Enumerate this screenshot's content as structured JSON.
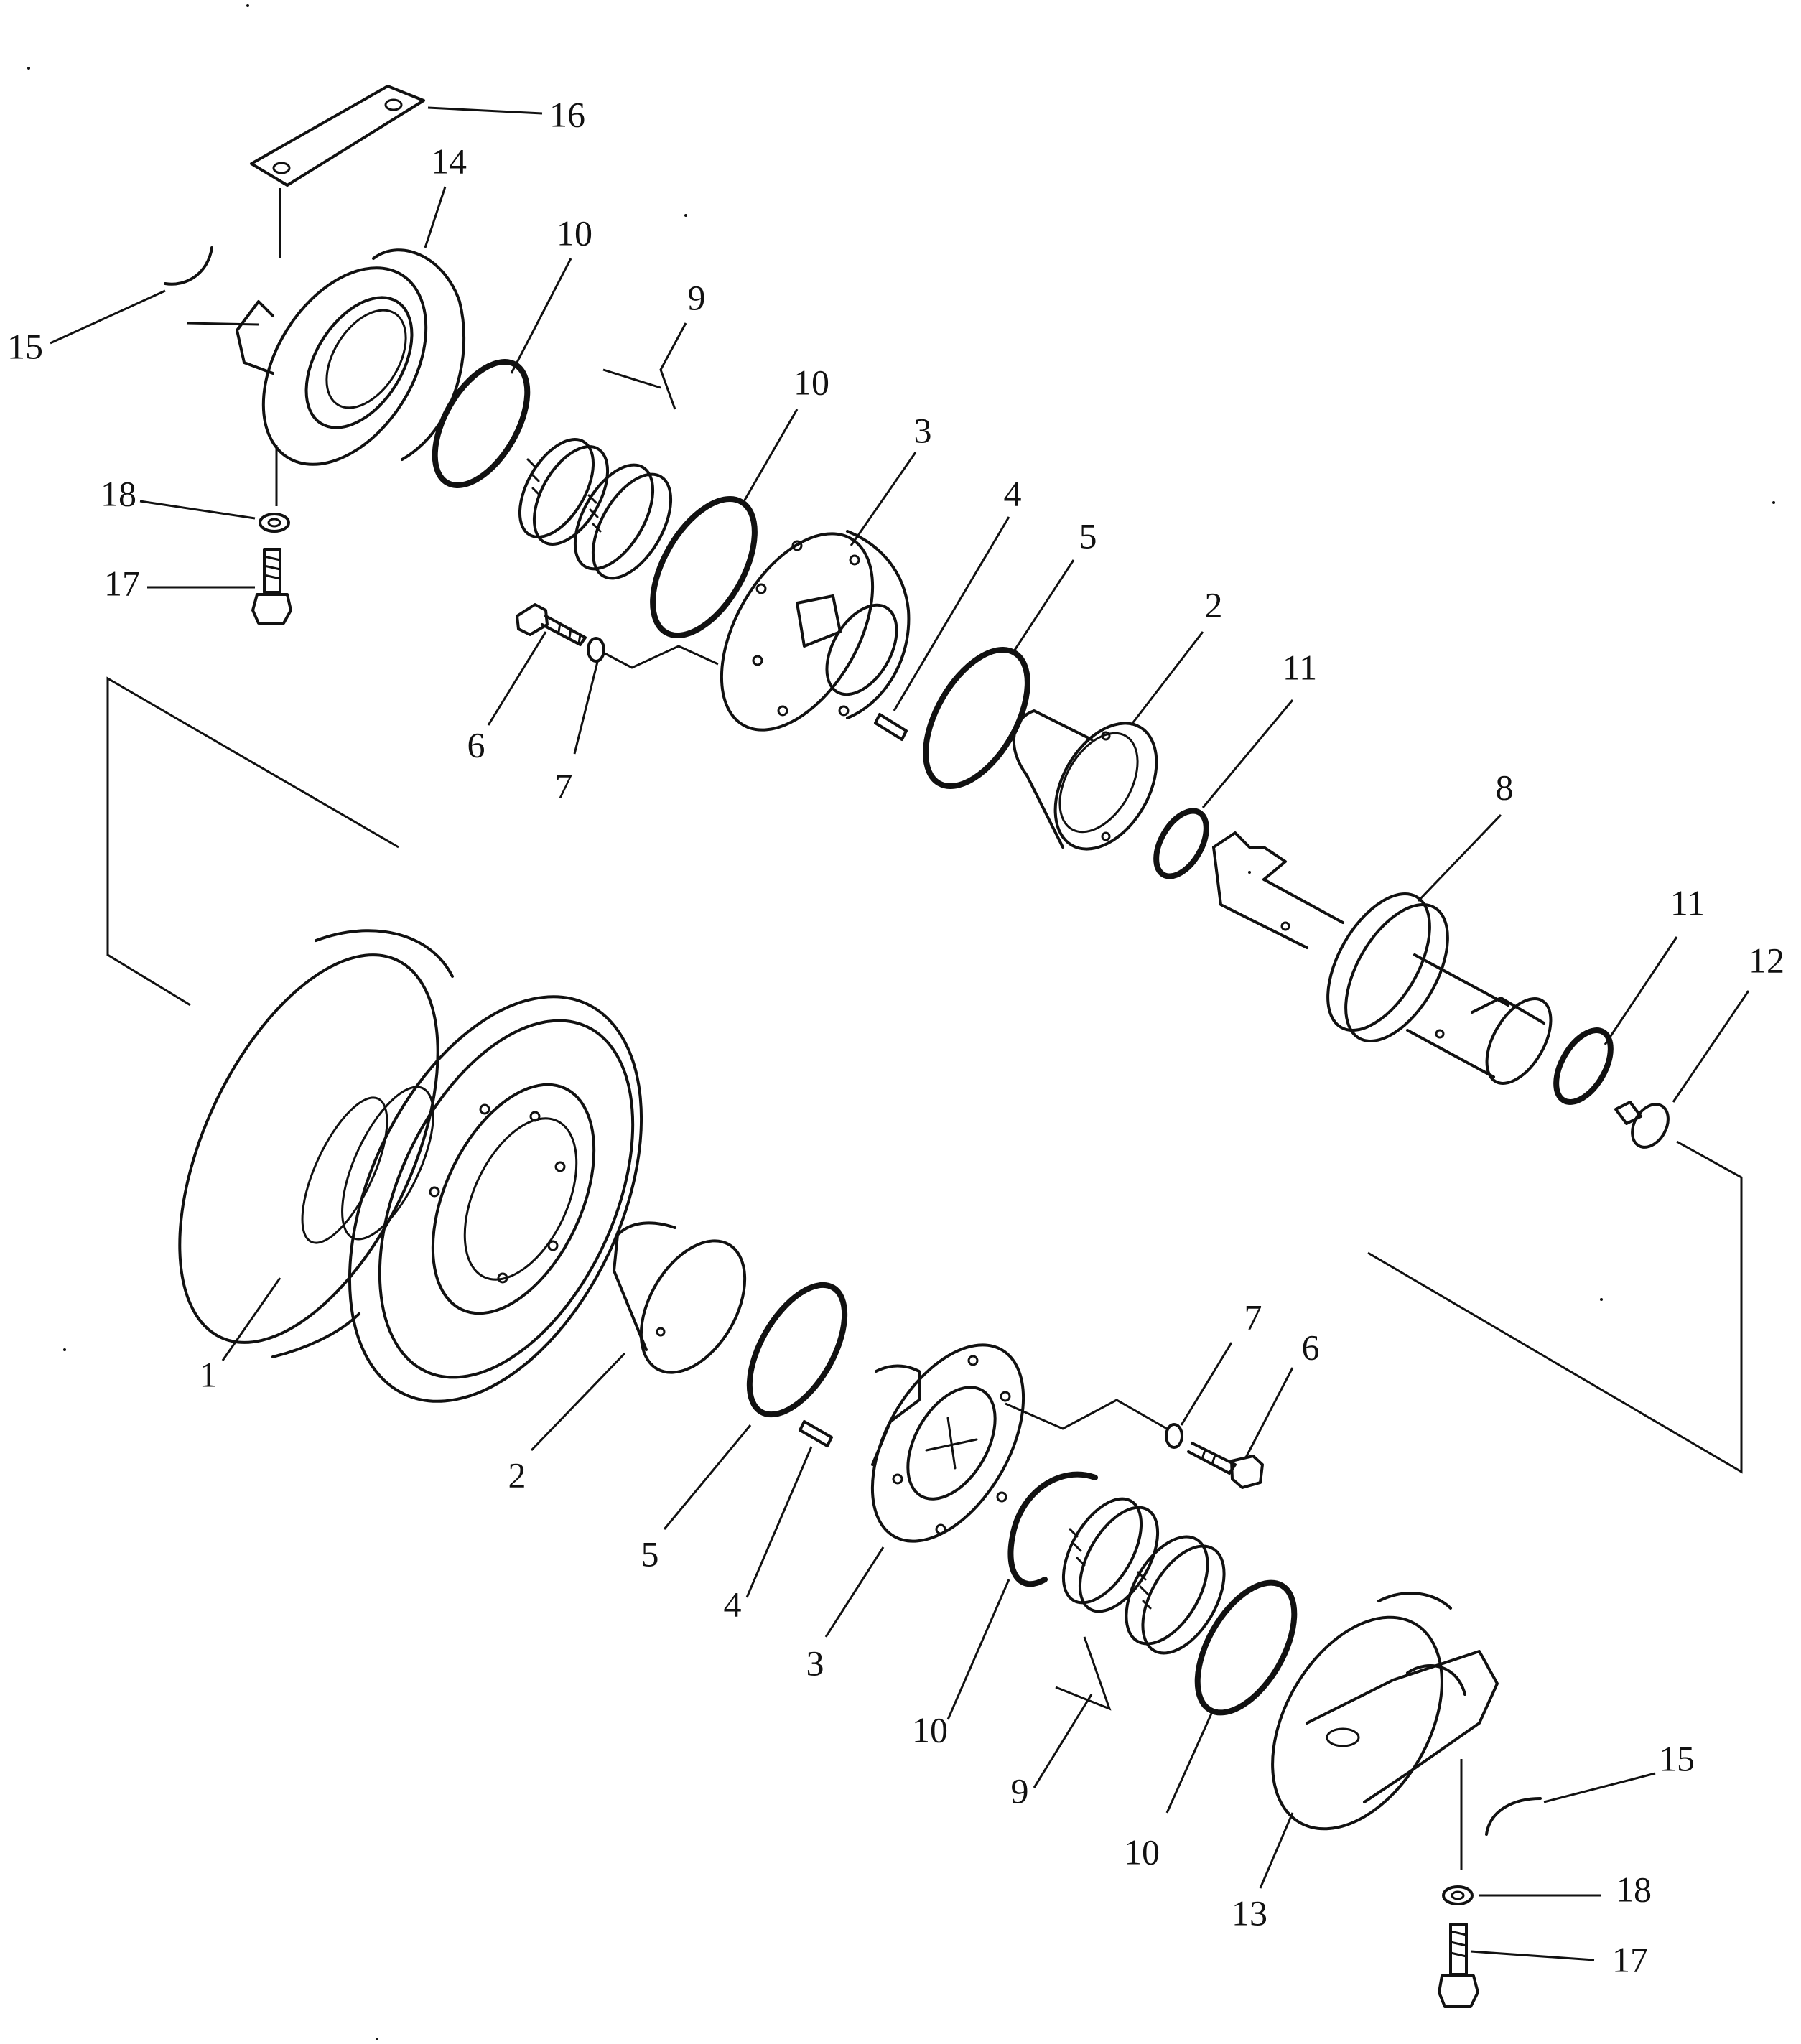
{
  "callouts": {
    "c1": "1",
    "c2a": "2",
    "c2b": "2",
    "c3a": "3",
    "c3b": "3",
    "c4a": "4",
    "c4b": "4",
    "c5a": "5",
    "c5b": "5",
    "c6a": "6",
    "c6b": "6",
    "c7a": "7",
    "c7b": "7",
    "c8": "8",
    "c9a": "9",
    "c9b": "9",
    "c10a": "10",
    "c10b": "10",
    "c10c": "10",
    "c10d": "10",
    "c11a": "11",
    "c11b": "11",
    "c12": "12",
    "c13": "13",
    "c14": "14",
    "c15a": "15",
    "c15b": "15",
    "c16": "16",
    "c17a": "17",
    "c17b": "17",
    "c18a": "18",
    "c18b": "18"
  }
}
